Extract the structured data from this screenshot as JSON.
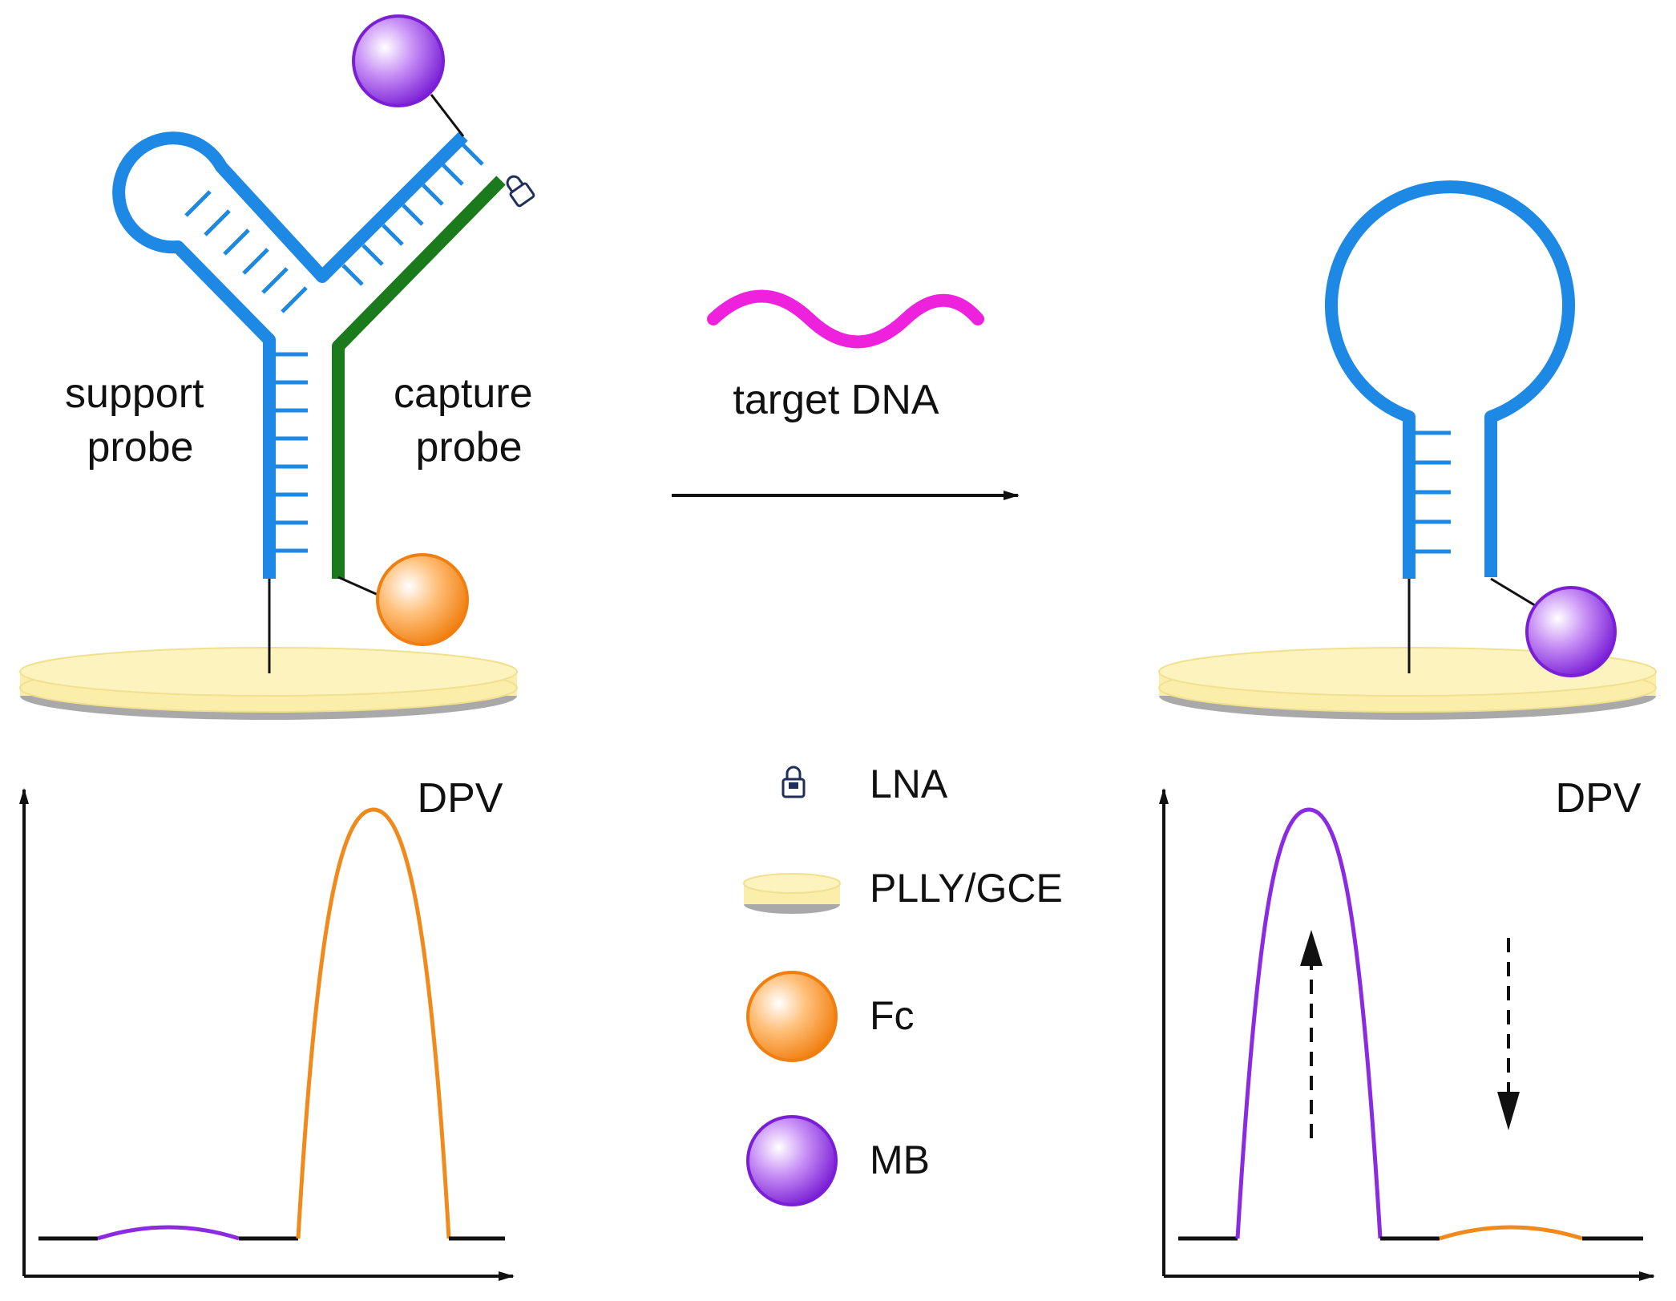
{
  "labels": {
    "support_probe": [
      "support",
      "probe"
    ],
    "capture_probe": [
      "capture",
      "probe"
    ],
    "target_dna": "target DNA",
    "dpv_left": "DPV",
    "dpv_right": "DPV"
  },
  "legend": {
    "lna": "LNA",
    "electrode": "PLLY/GCE",
    "fc": "Fc",
    "mb": "MB"
  },
  "colors": {
    "support_strand": "#1e88e5",
    "capture_strand": "#1b7a1b",
    "target_dna": "#ee22dd",
    "fc_orange": "#f08a1c",
    "mb_purple": "#8a2be2",
    "electrode_top": "#fbeeaa",
    "electrode_shadow": "#a9a9a9"
  },
  "icons": [
    "lock-icon",
    "arrow-right-icon",
    "arrow-up-dashed-icon",
    "arrow-down-dashed-icon"
  ],
  "dpv_signal": {
    "before_target": {
      "mb_peak": "low",
      "fc_peak": "high"
    },
    "after_target": {
      "mb_peak": "high",
      "fc_peak": "low"
    }
  }
}
